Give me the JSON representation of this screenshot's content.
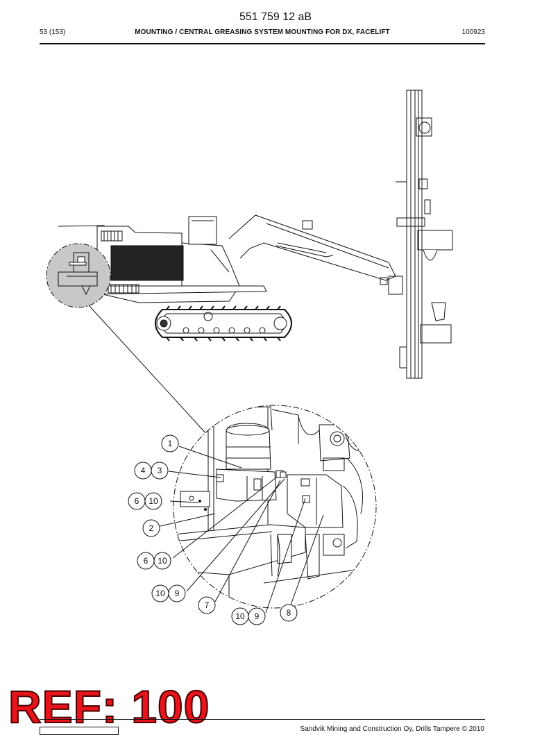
{
  "header": {
    "doc_number": "551 759 12 aB",
    "page_label": "53 (153)",
    "title": "MOUNTING / CENTRAL GREASING SYSTEM MOUNTING FOR DX, FACELIFT",
    "date_code": "100923"
  },
  "callouts": [
    {
      "id": "c1",
      "labels": [
        "1"
      ]
    },
    {
      "id": "c43",
      "labels": [
        "4",
        "3"
      ]
    },
    {
      "id": "c610a",
      "labels": [
        "6",
        "10"
      ]
    },
    {
      "id": "c2",
      "labels": [
        "2"
      ]
    },
    {
      "id": "c610b",
      "labels": [
        "6",
        "10"
      ]
    },
    {
      "id": "c109a",
      "labels": [
        "10",
        "9"
      ]
    },
    {
      "id": "c7",
      "labels": [
        "7"
      ]
    },
    {
      "id": "c109b",
      "labels": [
        "10",
        "9"
      ]
    },
    {
      "id": "c8",
      "labels": [
        "8"
      ]
    }
  ],
  "stamp": {
    "text": "REF: 100",
    "color": "#e8141c"
  },
  "footer": {
    "copyright": "Sandvik Mining and Construction Oy, Drills Tampere © 2010"
  }
}
